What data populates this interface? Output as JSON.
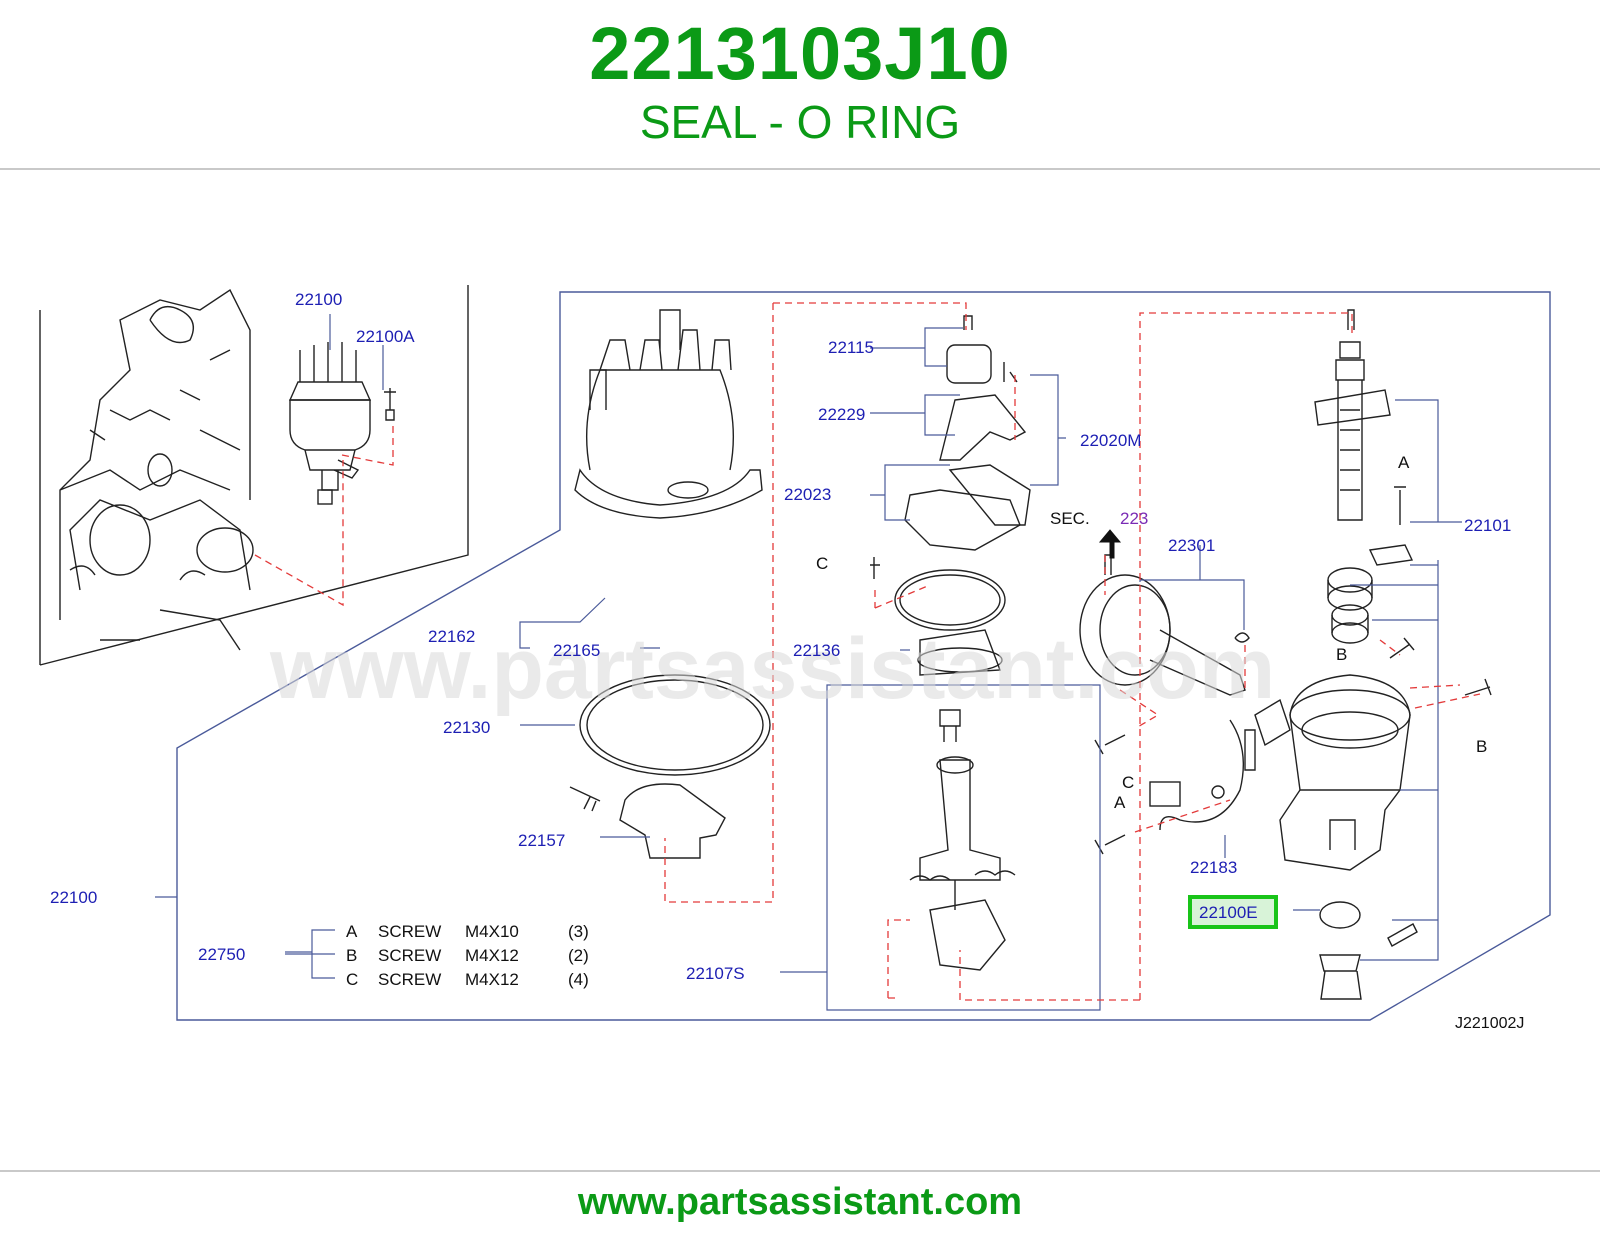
{
  "header": {
    "part_number": "2213103J10",
    "part_name": "SEAL - O RING"
  },
  "watermark": "www.partsassistant.com",
  "footer": {
    "site": "www.partsassistant.com"
  },
  "diagram": {
    "callouts": {
      "c22100_top": "22100",
      "c22100a": "22100A",
      "c22115": "22115",
      "c22229": "22229",
      "c22020m": "22020M",
      "c22023": "22023",
      "c22162": "22162",
      "c22165": "22165",
      "c22136": "22136",
      "c22130": "22130",
      "c22157": "22157",
      "c22100_left": "22100",
      "c22750": "22750",
      "c22107s": "22107S",
      "c22301": "22301",
      "c22183": "22183",
      "c22100e": "22100E",
      "c22101": "22101",
      "sec_ref": "223"
    },
    "letters": {
      "sec": "SEC.",
      "c1": "C",
      "c2": "C",
      "a1": "A",
      "a2": "A",
      "b1": "B",
      "b2": "B"
    },
    "legend": [
      {
        "key": "A",
        "name": "SCREW",
        "size": "M4X10",
        "qty": "(3)"
      },
      {
        "key": "B",
        "name": "SCREW",
        "size": "M4X12",
        "qty": "(2)"
      },
      {
        "key": "C",
        "name": "SCREW",
        "size": "M4X12",
        "qty": "(4)"
      }
    ],
    "diagram_code": "J221002J",
    "highlight_color": "#19c419"
  }
}
